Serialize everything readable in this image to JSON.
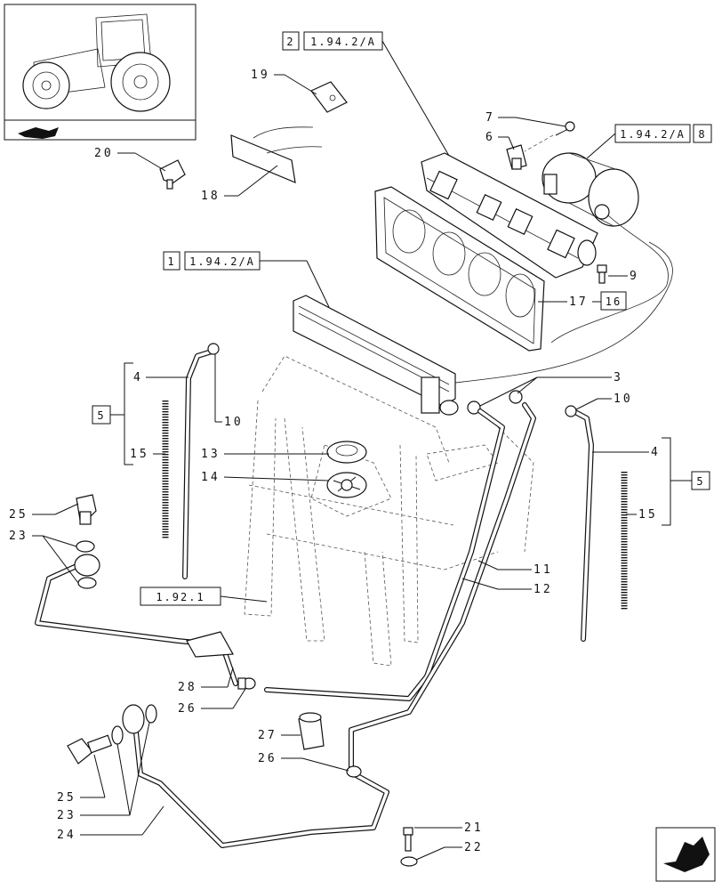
{
  "refs": {
    "r1": {
      "num": "2",
      "code": "1.94.2/A"
    },
    "r2": {
      "code": "1.94.2/A",
      "num": "8"
    },
    "r3": {
      "num": "1",
      "code": "1.94.2/A"
    },
    "r4": {
      "code": "1.92.1"
    },
    "r5_left": "5",
    "r5_right": "5",
    "r16": "16"
  },
  "labels": {
    "l3": "3",
    "l4a": "4",
    "l4b": "4",
    "l6": "6",
    "l7": "7",
    "l9": "9",
    "l10a": "10",
    "l10b": "10",
    "l11": "11",
    "l12": "12",
    "l13": "13",
    "l14": "14",
    "l15a": "15",
    "l15b": "15",
    "l17": "17",
    "l18": "18",
    "l19": "19",
    "l20": "20",
    "l21": "21",
    "l22": "22",
    "l23a": "23",
    "l23b": "23",
    "l24": "24",
    "l25a": "25",
    "l25b": "25",
    "l26a": "26",
    "l26b": "26",
    "l27": "27",
    "l28": "28"
  }
}
